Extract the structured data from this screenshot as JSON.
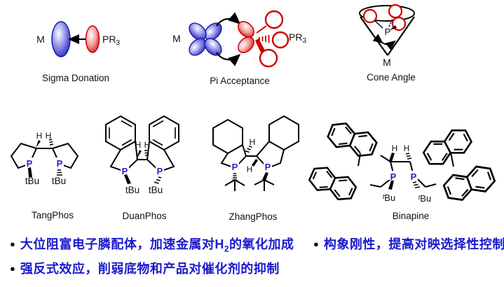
{
  "concepts": {
    "sigma": {
      "metal": "M",
      "ligand_main": "PR",
      "ligand_sub": "3",
      "caption": "Sigma Donation"
    },
    "pi": {
      "metal": "M",
      "ligand_main": "PR",
      "ligand_sub": "3",
      "caption": "Pi Acceptance"
    },
    "cone": {
      "phosphorus": "P",
      "metal": "M",
      "caption": "Cone Angle"
    }
  },
  "ligands": [
    {
      "name": "TangPhos",
      "h1": "H",
      "h2": "H",
      "p1": "P",
      "p2": "P",
      "tbu1": "tBu",
      "tbu2": "tBu"
    },
    {
      "name": "DuanPhos",
      "h1": "H",
      "h2": "H",
      "p1": "P",
      "p2": "P",
      "tbu1": "tBu",
      "tbu2": "tBu"
    },
    {
      "name": "ZhangPhos",
      "h1": "H",
      "h2": "H",
      "p1": "P",
      "p2": "P"
    },
    {
      "name": "Binapine",
      "h1": "H",
      "h2": "H",
      "p1": "P",
      "p2": "P",
      "tbu_sup": "t",
      "tbu_main": "Bu"
    }
  ],
  "bullets": {
    "left1": {
      "pre": "大位阻富电子膦配体，加速金属对H",
      "sub": "2",
      "post": "的氧化加成"
    },
    "left2": {
      "text": "强反式效应，削弱底物和产品对催化剂的抑制"
    },
    "right1": {
      "text": "构象刚性，提高对映选择性控制"
    }
  },
  "colors": {
    "text_blue": "#1a1acd",
    "orbital_blue": "#2222bb",
    "orbital_red": "#cc0000",
    "phosphorus_blue": "#2323c8"
  }
}
